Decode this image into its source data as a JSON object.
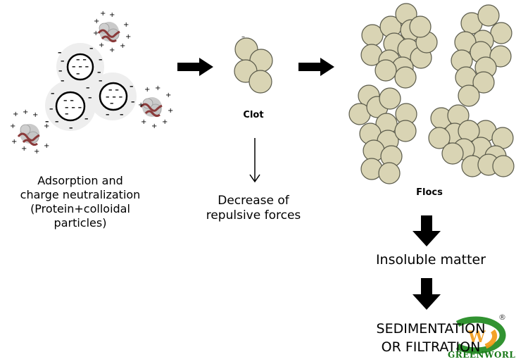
{
  "labels": {
    "adsorption": [
      "Adsorption and",
      "charge neutralization",
      "(Protein+colloidal",
      "particles)"
    ],
    "clot": "Clot",
    "decrease": [
      "Decrease of",
      "repulsive forces"
    ],
    "flocs": "Flocs",
    "insoluble": "Insoluble matter",
    "sedimentation": [
      "SEDIMENTATION",
      "OR FILTRATION"
    ]
  },
  "logo": {
    "text": "GREENWORLD",
    "mark": "®"
  },
  "colors": {
    "particle_fill": "#d9d4b4",
    "particle_stroke": "#5a5a4a",
    "protein_ribbon": "#8a3a3a",
    "protein_gray": "#bdbdbd",
    "logo_green": "#1f8a1f",
    "logo_orange": "#f29a16"
  }
}
